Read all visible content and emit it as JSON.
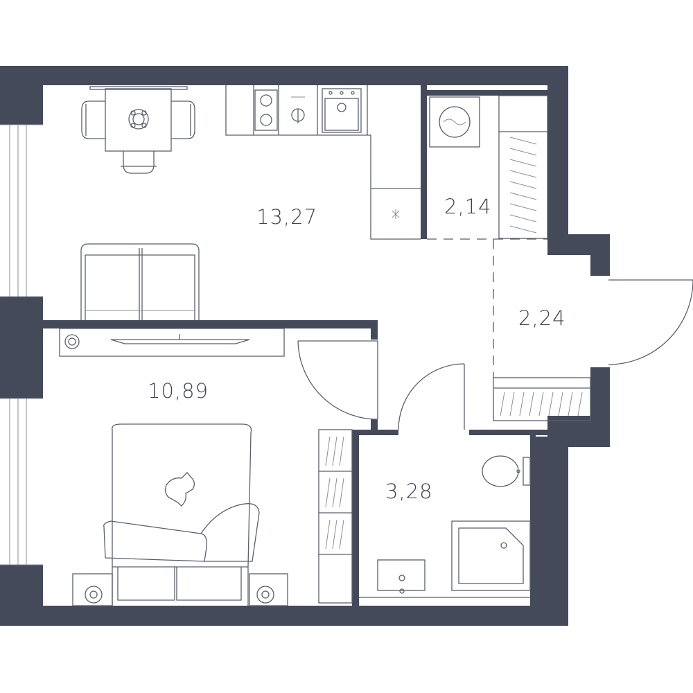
{
  "plan": {
    "wall_color": "#454a5a",
    "line_color": "#5a5f6e",
    "rooms": [
      {
        "id": "kitchen_living",
        "area": "13,27"
      },
      {
        "id": "laundry",
        "area": "2,14"
      },
      {
        "id": "hallway",
        "area": "2,24"
      },
      {
        "id": "bedroom",
        "area": "10,89"
      },
      {
        "id": "bathroom",
        "area": "3,28"
      }
    ]
  }
}
